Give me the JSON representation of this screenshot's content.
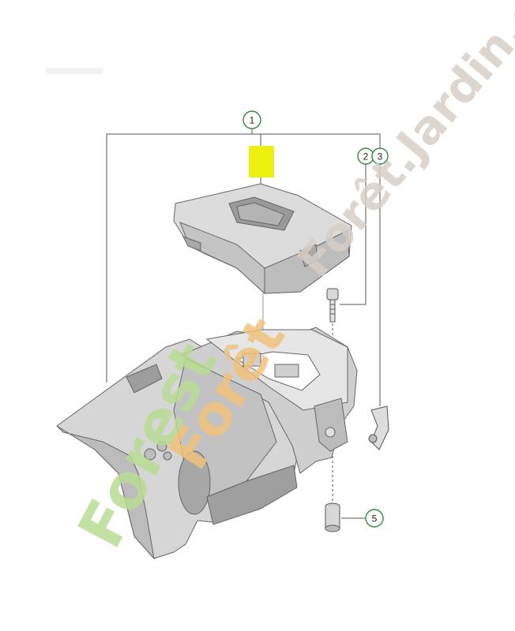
{
  "callouts": [
    {
      "label": "1"
    },
    {
      "label": "2"
    },
    {
      "label": "3"
    },
    {
      "label": "5"
    }
  ],
  "watermark": {
    "forest": "Forest",
    "rest": "Forêt",
    "text": "Forêt.Jardin.com",
    "green": "#b9dc93",
    "orange": "#f1c27a",
    "gray": "#d7cfc8"
  },
  "colors": {
    "callout_ring": "#2f8a3c",
    "highlight": "#ecf00c",
    "line": "#555555"
  }
}
